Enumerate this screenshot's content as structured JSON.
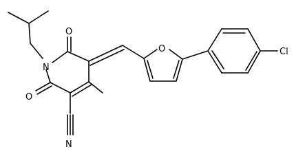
{
  "structure": {
    "atom_labels": {
      "ring_nitrogen": "N",
      "carbonyl_oxygen_top": "O",
      "carbonyl_oxygen_left": "O",
      "furan_oxygen": "O",
      "nitrile_nitrogen": "N",
      "chlorine": "Cl"
    }
  }
}
